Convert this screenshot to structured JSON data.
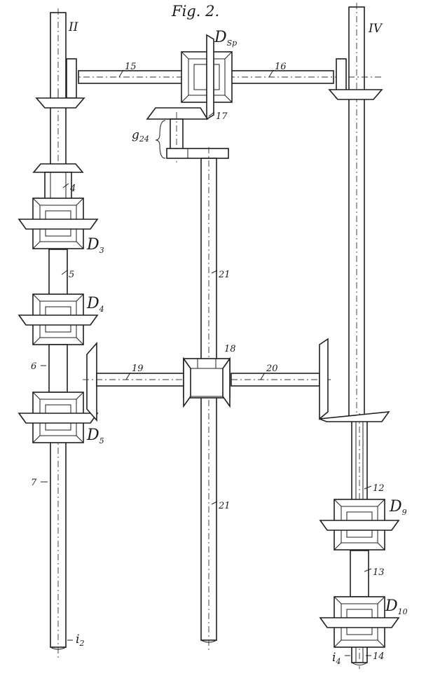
{
  "figure": {
    "title": "Fig. 2.",
    "shafts": {
      "s2": {
        "roman": "II"
      },
      "s4": {
        "roman": "IV"
      }
    },
    "diffs": {
      "dsp": {
        "main": "D",
        "sub": "Sp"
      },
      "d3": {
        "main": "D",
        "sub": "3"
      },
      "d4": {
        "main": "D",
        "sub": "4"
      },
      "d5": {
        "main": "D",
        "sub": "5"
      },
      "d9": {
        "main": "D",
        "sub": "9"
      },
      "d10": {
        "main": "D",
        "sub": "10"
      }
    },
    "g24": {
      "main": "g",
      "sub": "24"
    },
    "i2": {
      "main": "i",
      "sub": "2"
    },
    "i4": {
      "main": "i",
      "sub": "4"
    },
    "numbers": {
      "n4": "4",
      "n5": "5",
      "n6": "6",
      "n7": "7",
      "n12": "12",
      "n13": "13",
      "n14": "14",
      "n15": "15",
      "n16": "16",
      "n17": "17",
      "n18": "18",
      "n19": "19",
      "n20": "20",
      "n21a": "21",
      "n21b": "21"
    }
  }
}
